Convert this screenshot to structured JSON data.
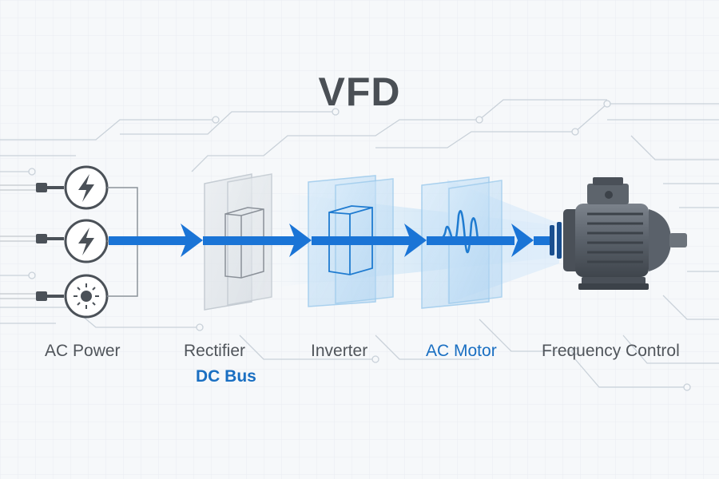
{
  "title": "VFD",
  "labels": {
    "ac_power": "AC Power",
    "rectifier": "Rectifier",
    "dc_bus": "DC Bus",
    "inverter": "Inverter",
    "ac_motor": "AC Motor",
    "frequency_control": "Frequency Control"
  },
  "colors": {
    "flow_arrow": "#1a74d6",
    "accent_text": "#1a6fc2",
    "text": "#50555b",
    "panel_glass": "#bcdcf5",
    "motor": "#5f6670",
    "circuit_lines": "#c9d1d9"
  },
  "icons": {
    "sources": [
      "lightning-icon",
      "lightning-icon",
      "sun-icon"
    ],
    "motor": "electric-motor-icon"
  }
}
